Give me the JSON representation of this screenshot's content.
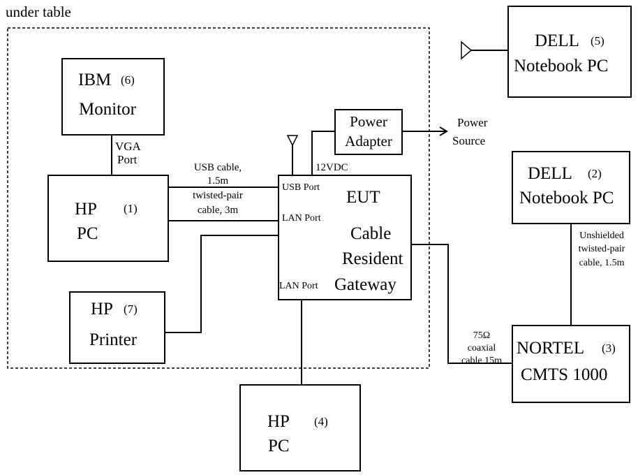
{
  "area_label": "under table",
  "devices": {
    "ibm": {
      "name": "IBM",
      "number": "(6)",
      "type": "Monitor"
    },
    "hp_pc1": {
      "name": "HP",
      "number": "(1)",
      "type": "PC"
    },
    "hp_printer": {
      "name": "HP",
      "number": "(7)",
      "type": "Printer"
    },
    "hp_pc4": {
      "name": "HP",
      "number": "(4)",
      "type": "PC"
    },
    "dell5": {
      "name": "DELL",
      "number": "(5)",
      "type": "Notebook PC"
    },
    "dell2": {
      "name": "DELL",
      "number": "(2)",
      "type": "Notebook PC"
    },
    "nortel": {
      "name": "NORTEL",
      "number": "(3)",
      "type": "CMTS 1000"
    },
    "power_adapter": {
      "line1": "Power",
      "line2": "Adapter"
    },
    "eut": {
      "title": "EUT",
      "line1": "Cable",
      "line2": "Resident",
      "line3": "Gateway"
    }
  },
  "ports": {
    "usb": "USB Port",
    "lan1": "LAN Port",
    "lan2": "LAN Port",
    "vdc": "12VDC",
    "vga_line1": "VGA",
    "vga_line2": "Port"
  },
  "cables": {
    "usb_line1": "USB cable,",
    "usb_line2": "1.5m",
    "tp_line1": "twisted-pair",
    "tp_line2": "cable, 3m",
    "coax_line1": "75Ω",
    "coax_line2": "coaxial",
    "coax_line3": "cable 15m",
    "unsh_line1": "Unshielded",
    "unsh_line2": "twisted-pair",
    "unsh_line3": "cable, 1.5m"
  },
  "power_source": {
    "line1": "Power",
    "line2": "Source"
  }
}
